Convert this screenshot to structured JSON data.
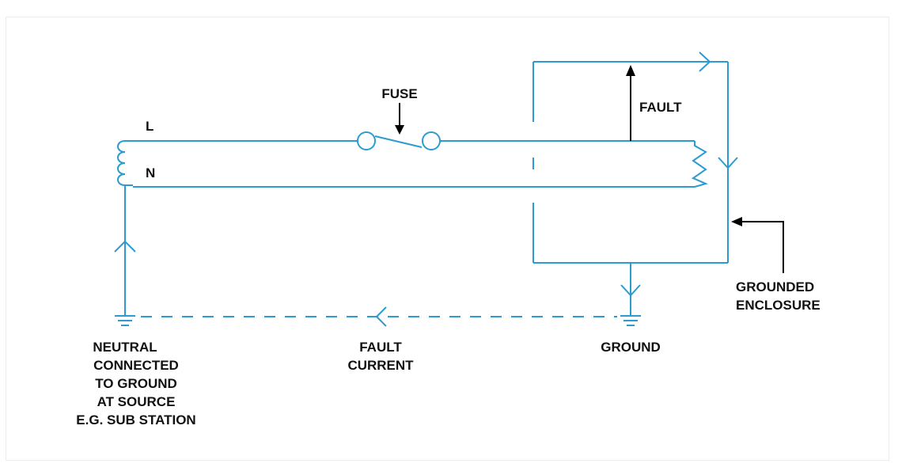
{
  "labels": {
    "line": "L",
    "neutral": "N",
    "fuse": "FUSE",
    "fault": "FAULT",
    "grounded_enclosure": [
      "GROUNDED",
      "ENCLOSURE"
    ],
    "ground": "GROUND",
    "fault_current": [
      "FAULT",
      "CURRENT"
    ],
    "neutral_note": [
      "NEUTRAL",
      "CONNECTED",
      "TO GROUND",
      "AT SOURCE",
      "E.G. SUB STATION"
    ]
  },
  "colors": {
    "wire": "#2b9bd2",
    "annotation": "#000000",
    "text": "#111111"
  }
}
